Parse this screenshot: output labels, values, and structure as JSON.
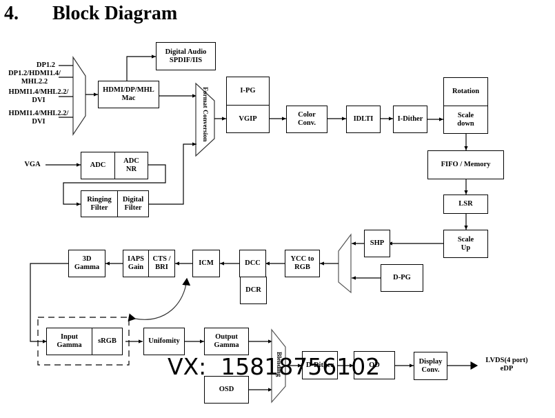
{
  "title": {
    "number": "4.",
    "text": "Block Diagram"
  },
  "inputs": {
    "dp12": "DP1.2",
    "dp12_hdmi14_mhl22": "DP1.2/HDMI1.4/\nMHL2.2",
    "hdmi14_mhl22_dvi_a": "HDMI1.4/MHL2.2/\nDVI",
    "hdmi14_mhl22_dvi_b": "HDMI1.4/MHL2.2/\nDVI",
    "vga": "VGA"
  },
  "blocks": {
    "digital_audio": "Digital Audio\nSPDIF/IIS",
    "hdmi_mac": "HDMI/DP/MHL\nMac",
    "format_conversion": "Format Conversion",
    "ipg": "I-PG",
    "vgip": "VGIP",
    "color_conv": "Color\nConv.",
    "idlti": "IDLTI",
    "idither": "I-Dither",
    "rotation": "Rotation",
    "scale_down": "Scale\ndown",
    "fifo_memory": "FIFO / Memory",
    "lsr": "LSR",
    "scale_up": "Scale\nUp",
    "adc": "ADC",
    "adc_nr": "ADC\nNR",
    "ringing_filter": "Ringing\nFilter",
    "digital_filter": "Digital\nFilter",
    "shp": "SHP",
    "dpg": "D-PG",
    "ycc_to_rgb": "YCC to\nRGB",
    "dcc": "DCC",
    "dcr": "DCR",
    "icm": "ICM",
    "cts_bri": "CTS /\nBRI",
    "iaps_gain": "IAPS\nGain",
    "gamma_3d": "3D\nGamma",
    "input_gamma": "Input\nGamma",
    "srgb": "sRGB",
    "uniformity": "Unifomity",
    "output_gamma": "Output\nGamma",
    "blending": "Blending",
    "osd": "OSD",
    "ddither": "D-Dither",
    "od": "OD",
    "display_conv": "Display\nConv."
  },
  "outputs": {
    "lvds_edp": "LVDS(4 port)\neDP"
  },
  "watermark": "VX:  15818756102"
}
